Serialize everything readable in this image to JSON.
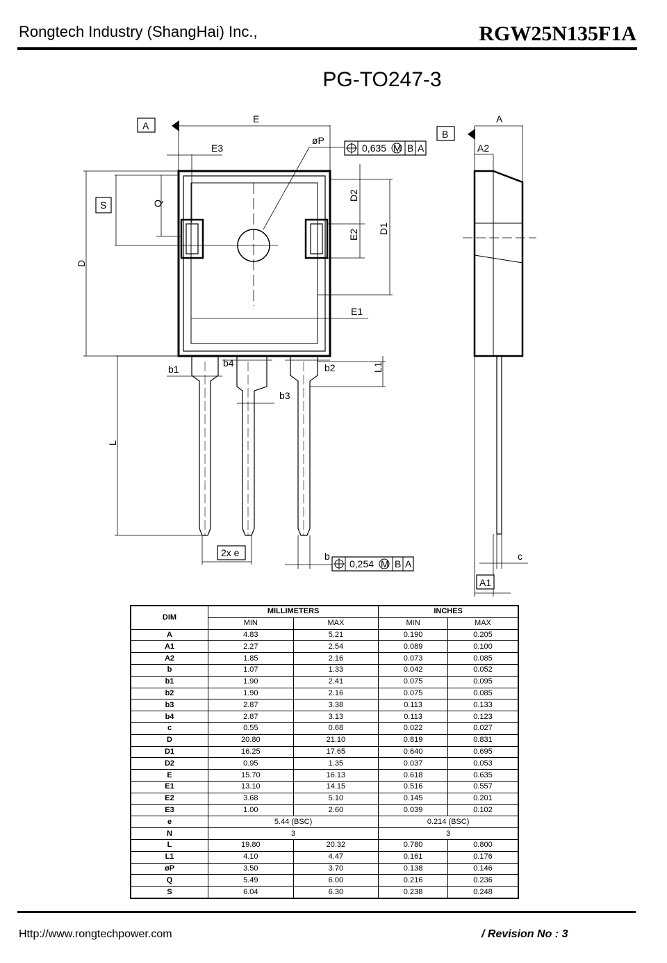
{
  "header": {
    "company": "Rongtech Industry (ShangHai) Inc.,",
    "part_number": "RGW25N135F1A"
  },
  "package_title": "PG-TO247-3",
  "drawing": {
    "datum_a": "A",
    "datum_b": "B",
    "label_E": "E",
    "label_E3": "E3",
    "label_phiP": "øP",
    "tolerance_top": "0,635",
    "tolerance_bottom": "0,254",
    "mod_M": "M",
    "ref_B": "B",
    "ref_A": "A",
    "label_S": "S",
    "label_Q": "Q",
    "label_D": "D",
    "label_D1": "D1",
    "label_D2": "D2",
    "label_E1": "E1",
    "label_E2": "E2",
    "label_A": "A",
    "label_A1": "A1",
    "label_A2": "A2",
    "label_b": "b",
    "label_b1": "b1",
    "label_b2": "b2",
    "label_b3": "b3",
    "label_b4": "b4",
    "label_L": "L",
    "label_L1": "L1",
    "label_c": "c",
    "label_2xe": "2x e"
  },
  "table": {
    "dim_header": "DIM",
    "mm_header": "MILLIMETERS",
    "in_header": "INCHES",
    "min": "MIN",
    "max": "MAX",
    "rows": [
      {
        "dim": "A",
        "mm_min": "4.83",
        "mm_max": "5.21",
        "in_min": "0.190",
        "in_max": "0.205"
      },
      {
        "dim": "A1",
        "mm_min": "2.27",
        "mm_max": "2.54",
        "in_min": "0.089",
        "in_max": "0.100"
      },
      {
        "dim": "A2",
        "mm_min": "1.85",
        "mm_max": "2.16",
        "in_min": "0.073",
        "in_max": "0.085"
      },
      {
        "dim": "b",
        "mm_min": "1.07",
        "mm_max": "1.33",
        "in_min": "0.042",
        "in_max": "0.052"
      },
      {
        "dim": "b1",
        "mm_min": "1.90",
        "mm_max": "2.41",
        "in_min": "0.075",
        "in_max": "0.095"
      },
      {
        "dim": "b2",
        "mm_min": "1.90",
        "mm_max": "2.16",
        "in_min": "0.075",
        "in_max": "0.085"
      },
      {
        "dim": "b3",
        "mm_min": "2.87",
        "mm_max": "3.38",
        "in_min": "0.113",
        "in_max": "0.133"
      },
      {
        "dim": "b4",
        "mm_min": "2.87",
        "mm_max": "3.13",
        "in_min": "0.113",
        "in_max": "0.123"
      },
      {
        "dim": "c",
        "mm_min": "0.55",
        "mm_max": "0.68",
        "in_min": "0.022",
        "in_max": "0.027"
      },
      {
        "dim": "D",
        "mm_min": "20.80",
        "mm_max": "21.10",
        "in_min": "0.819",
        "in_max": "0.831"
      },
      {
        "dim": "D1",
        "mm_min": "16.25",
        "mm_max": "17.65",
        "in_min": "0.640",
        "in_max": "0.695"
      },
      {
        "dim": "D2",
        "mm_min": "0.95",
        "mm_max": "1.35",
        "in_min": "0.037",
        "in_max": "0.053"
      },
      {
        "dim": "E",
        "mm_min": "15.70",
        "mm_max": "16.13",
        "in_min": "0.618",
        "in_max": "0.635"
      },
      {
        "dim": "E1",
        "mm_min": "13.10",
        "mm_max": "14.15",
        "in_min": "0.516",
        "in_max": "0.557"
      },
      {
        "dim": "E2",
        "mm_min": "3.68",
        "mm_max": "5.10",
        "in_min": "0.145",
        "in_max": "0.201"
      },
      {
        "dim": "E3",
        "mm_min": "1.00",
        "mm_max": "2.60",
        "in_min": "0.039",
        "in_max": "0.102"
      },
      {
        "dim": "e",
        "mm_span": "5.44 (BSC)",
        "in_span": "0.214 (BSC)"
      },
      {
        "dim": "N",
        "mm_span": "3",
        "in_span": "3"
      },
      {
        "dim": "L",
        "mm_min": "19.80",
        "mm_max": "20.32",
        "in_min": "0.780",
        "in_max": "0.800"
      },
      {
        "dim": "L1",
        "mm_min": "4.10",
        "mm_max": "4.47",
        "in_min": "0.161",
        "in_max": "0.176"
      },
      {
        "dim": "øP",
        "mm_min": "3.50",
        "mm_max": "3.70",
        "in_min": "0.138",
        "in_max": "0.146"
      },
      {
        "dim": "Q",
        "mm_min": "5.49",
        "mm_max": "6.00",
        "in_min": "0.216",
        "in_max": "0.236"
      },
      {
        "dim": "S",
        "mm_min": "6.04",
        "mm_max": "6.30",
        "in_min": "0.238",
        "in_max": "0.248"
      }
    ]
  },
  "footer": {
    "url": "Http://www.rongtechpower.com",
    "revision": "/ Revision No : 3"
  }
}
